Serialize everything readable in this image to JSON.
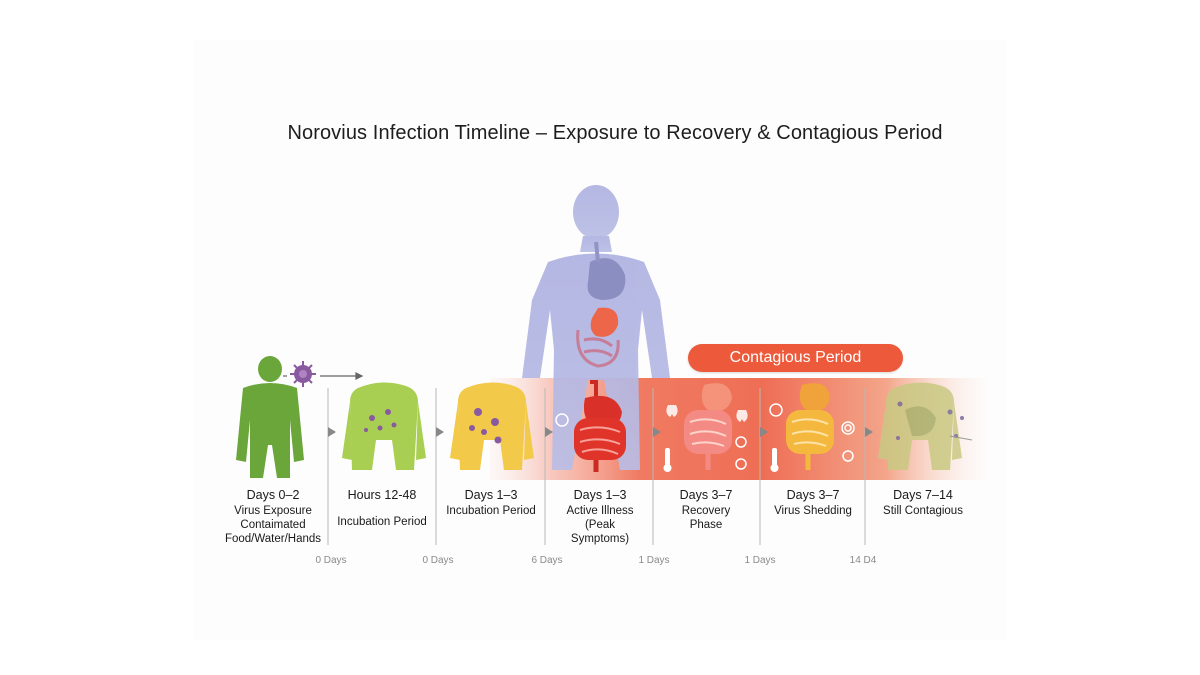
{
  "title": "Norovius Infection Timeline – Exposure to Recovery & Contagious Period",
  "contagious_label": "Contagious Period",
  "stages": [
    {
      "head": "Days 0–2",
      "desc": "Virus Exposure Contaimated Food/Water/Hands"
    },
    {
      "head": "Hours 12-48",
      "desc": "Incubation Period"
    },
    {
      "head": "Days 1–3",
      "desc": "Incubation Period"
    },
    {
      "head": "Days 1–3",
      "desc": "Active Illness (Peak Symptoms)"
    },
    {
      "head": "Days 3–7",
      "desc": "Recovery Phase"
    },
    {
      "head": "Days 3–7",
      "desc": "Virus Shedding"
    },
    {
      "head": "Days 7–14",
      "desc": "Still Contagious"
    }
  ],
  "ticks": [
    "0 Days",
    "0 Days",
    "6 Days",
    "1 Days",
    "1 Days",
    "14 D4"
  ],
  "colors": {
    "green": "#6aa63a",
    "lime": "#a9cf52",
    "yellow": "#f3c94a",
    "red": "#e0342a",
    "pink": "#f28a86",
    "orange": "#f5b53a",
    "olive": "#c2c77a",
    "lavender": "#b6b9e2",
    "accent": "#ec5a3b"
  },
  "icons": [
    "virus-icon",
    "arrow-icon",
    "stomach-icon",
    "intestine-icon",
    "thermometer-icon",
    "lungs-icon",
    "swirl-icon"
  ]
}
